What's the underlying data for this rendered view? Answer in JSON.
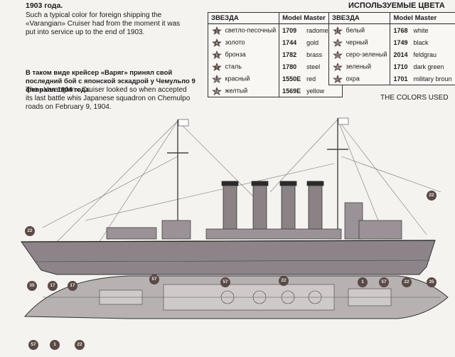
{
  "left_text": {
    "top_heading": "1903 года.",
    "top_paragraph": "Such a typical color for foreign shipping the «Varangian» Cruiser had from the moment it was put into service up to the end of 1903.",
    "ru_caption": "В таком виде крейсер «Варяг» принял свой последний бой с японской эскадрой у Чемульпо 9 февраля 1904 года.",
    "en_caption": "The «Varangian» Cruiser looked so when accepted its last battle whis Japanese squadron on Chemulpo roads on February 9, 1904."
  },
  "colors_title": "ИСПОЛЬЗУЕМЫЕ ЦВЕТА",
  "colors_used_label": "THE COLORS USED",
  "table_headers": {
    "star": "ЗВЕЗДА",
    "mm": "Model Master"
  },
  "table1": [
    {
      "badge": "1",
      "ru": "светло-песочный",
      "code": "1709",
      "en": "radome tan",
      "color": "#d8c9a0"
    },
    {
      "badge": "4",
      "ru": "золото",
      "code": "1744",
      "en": "gold",
      "color": "#c9a23c"
    },
    {
      "badge": "5",
      "ru": "бронза",
      "code": "1782",
      "en": "brass",
      "color": "#b08a3a"
    },
    {
      "badge": "7",
      "ru": "сталь",
      "code": "1780",
      "en": "steel",
      "color": "#8a8d90"
    },
    {
      "badge": "12",
      "ru": "красный",
      "code": "1550E",
      "en": "red",
      "color": "#b0302a"
    },
    {
      "badge": "16",
      "ru": "желтый",
      "code": "1569E",
      "en": "yellow",
      "color": "#e0c020"
    }
  ],
  "table2": [
    {
      "badge": "17",
      "ru": "белый",
      "code": "1768",
      "en": "white",
      "color": "#f0f0f0"
    },
    {
      "badge": "20",
      "ru": "черный",
      "code": "1749",
      "en": "black",
      "color": "#1a1a1a"
    },
    {
      "badge": "22",
      "ru": "серо-зеленый",
      "code": "2014",
      "en": "feldgrau",
      "color": "#5a6050"
    },
    {
      "badge": "35",
      "ru": "зеленый",
      "code": "1710",
      "en": "dark green",
      "color": "#2e4a2e"
    },
    {
      "badge": "57",
      "ru": "охра",
      "code": "1701",
      "en": "military broun",
      "color": "#8a6a3a"
    }
  ],
  "side_badges": [
    "22",
    "35",
    "17",
    "17",
    "22",
    "35"
  ],
  "plan_badges": [
    "22",
    "57",
    "57",
    "1",
    "57",
    "22",
    "57",
    "1",
    "22"
  ]
}
